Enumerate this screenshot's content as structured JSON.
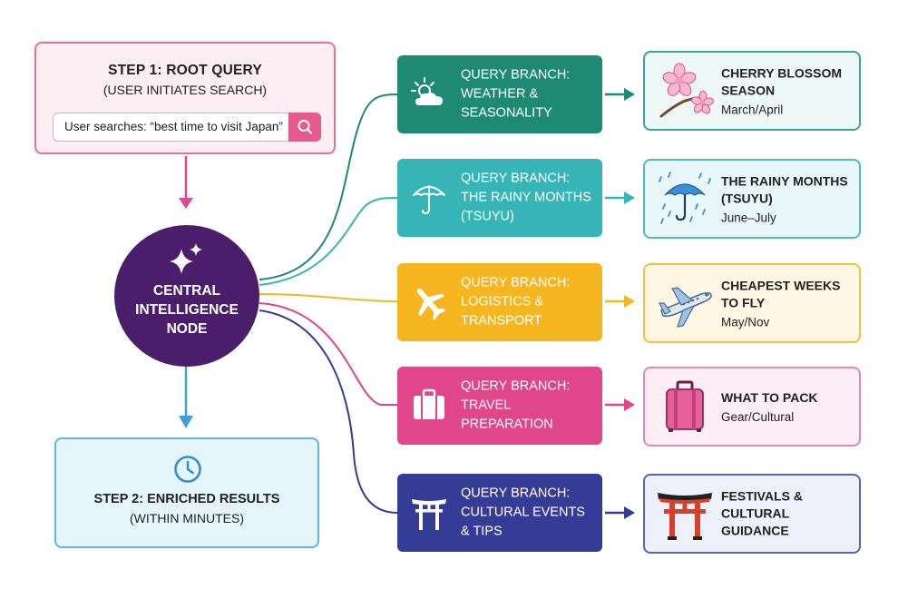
{
  "step1": {
    "title": "STEP 1: ROOT QUERY",
    "subtitle": "(USER INITIATES SEARCH)",
    "search_text": "User searches: “best time to visit Japan”"
  },
  "central": {
    "lines": [
      "CENTRAL",
      "INTELLIGENCE",
      "NODE"
    ]
  },
  "step2": {
    "title": "STEP 2: ENRICHED RESULTS",
    "subtitle": "(WITHIN MINUTES)"
  },
  "branches": [
    {
      "lines": [
        "QUERY BRANCH:",
        "WEATHER &",
        "SEASONALITY"
      ],
      "color": "#1e8a73",
      "icon": "sun-cloud-icon"
    },
    {
      "lines": [
        "QUERY BRANCH:",
        "THE RAINY MONTHS",
        "(TSUYU)"
      ],
      "color": "#37b4b5",
      "icon": "umbrella-icon"
    },
    {
      "lines": [
        "QUERY BRANCH:",
        "LOGISTICS &",
        "TRANSPORT"
      ],
      "color": "#f6b620",
      "icon": "airplane-icon"
    },
    {
      "lines": [
        "QUERY BRANCH:",
        "TRAVEL PREPARATION"
      ],
      "color": "#e0468a",
      "icon": "suitcase-icon"
    },
    {
      "lines": [
        "QUERY BRANCH:",
        "CULTURAL EVENTS",
        "& TIPS"
      ],
      "color": "#343c96",
      "icon": "torii-gate-icon"
    }
  ],
  "results": [
    {
      "title": [
        "CHERRY BLOSSOM",
        "SEASON"
      ],
      "sub": "March/April",
      "border": "#3aa78f",
      "bg": "#eef8f6",
      "icon": "cherry-blossom-icon"
    },
    {
      "title": [
        "THE RAINY MONTHS",
        "(TSUYU)"
      ],
      "sub": "June–July",
      "border": "#4fbcbf",
      "bg": "#eaf7f8",
      "icon": "rain-umbrella-icon"
    },
    {
      "title": [
        "CHEAPEST WEEKS",
        "TO FLY"
      ],
      "sub": "May/Nov",
      "border": "#f4c043",
      "bg": "#fff7e3",
      "icon": "airplane-icon"
    },
    {
      "title": [
        "WHAT TO PACK"
      ],
      "sub": "Gear/Cultural",
      "border": "#e884b0",
      "bg": "#fdedf4",
      "icon": "suitcase-icon"
    },
    {
      "title": [
        "FESTIVALS &",
        "CULTURAL GUIDANCE"
      ],
      "sub": "",
      "border": "#5b63b0",
      "bg": "#eef0fa",
      "icon": "torii-gate-icon"
    }
  ],
  "colors": {
    "root_arrow": "#e0468a",
    "result_arrow": "#3aa1dc",
    "central_fill": "#4a1e6b"
  }
}
